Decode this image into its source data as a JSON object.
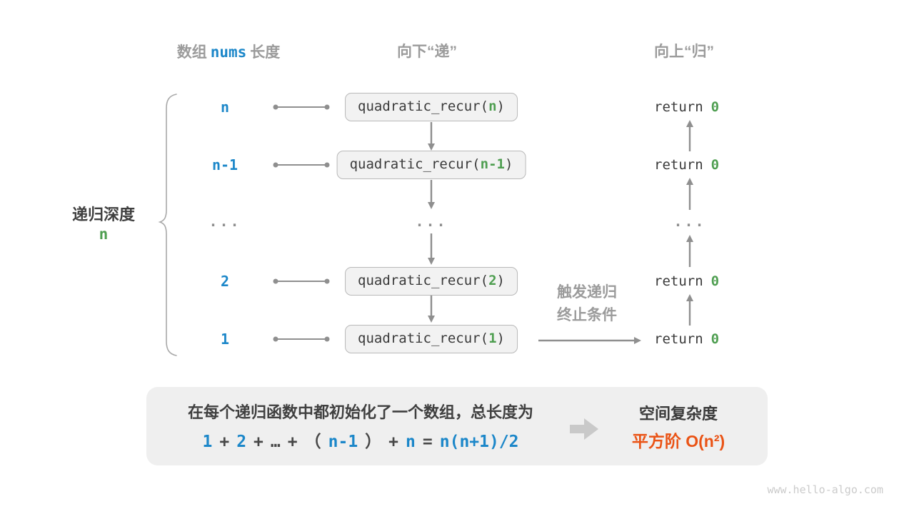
{
  "colors": {
    "accent_blue": "#1c87c9",
    "accent_green": "#4e9e50",
    "accent_orange": "#ea5315",
    "gray_label": "#9b9b9b",
    "dark_text": "#3a3a3a",
    "line_gray": "#8f8f8f",
    "box_bg": "#f2f2f2",
    "summary_bg": "#efefef"
  },
  "headers": {
    "array_length": {
      "pre": "数组",
      "code": "nums",
      "post": "长度"
    },
    "downward": "向下“递”",
    "upward": "向上“归”"
  },
  "depth_label": {
    "title": "递归深度",
    "value": "n"
  },
  "rows": [
    {
      "depth": "n",
      "call_prefix": "quadratic_recur(",
      "call_arg": "n",
      "call_suffix": ")",
      "return_keyword": "return",
      "return_value": "0"
    },
    {
      "depth": "n-1",
      "call_prefix": "quadratic_recur(",
      "call_arg": "n-1",
      "call_suffix": ")",
      "return_keyword": "return",
      "return_value": "0"
    },
    {
      "depth": "2",
      "call_prefix": "quadratic_recur(",
      "call_arg": "2",
      "call_suffix": ")",
      "return_keyword": "return",
      "return_value": "0"
    },
    {
      "depth": "1",
      "call_prefix": "quadratic_recur(",
      "call_arg": "1",
      "call_suffix": ")",
      "return_keyword": "return",
      "return_value": "0"
    }
  ],
  "ellipsis": {
    "depth": "...",
    "middle": "...",
    "right": "..."
  },
  "trigger_label": {
    "line1": "触发递归",
    "line2": "终止条件"
  },
  "summary": {
    "description": "在每个递归函数中都初始化了一个数组，总长度为",
    "equation": {
      "tokens": [
        {
          "t": "1",
          "c": "blue"
        },
        {
          "t": "+",
          "c": "dark"
        },
        {
          "t": "2",
          "c": "blue"
        },
        {
          "t": "+",
          "c": "dark"
        },
        {
          "t": "…",
          "c": "dark"
        },
        {
          "t": "+",
          "c": "dark"
        },
        {
          "t": "（",
          "c": "dark"
        },
        {
          "t": "n-1",
          "c": "blue"
        },
        {
          "t": "）",
          "c": "dark"
        },
        {
          "t": "+",
          "c": "dark"
        },
        {
          "t": "n",
          "c": "blue"
        },
        {
          "t": "=",
          "c": "dark"
        },
        {
          "t": "n(n+1)/2",
          "c": "blue"
        }
      ]
    },
    "complexity_title": "空间复杂度",
    "complexity_value": "平方阶 O(n²)"
  },
  "watermark": "www.hello-algo.com"
}
